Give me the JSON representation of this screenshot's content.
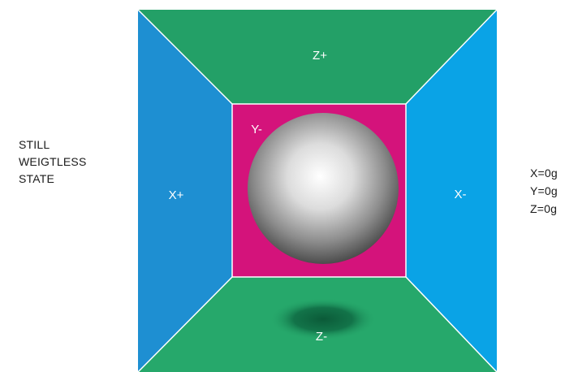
{
  "state_label": {
    "lines": [
      "STILL",
      "WEIGTLESS",
      "STATE"
    ]
  },
  "faces": {
    "top": {
      "label": "Z+"
    },
    "bottom": {
      "label": "Z-"
    },
    "left": {
      "label": "X+"
    },
    "right": {
      "label": "X-"
    },
    "back": {
      "label": "Y-"
    }
  },
  "readout": {
    "lines": [
      "X=0g",
      "Y=0g",
      "Z=0g"
    ]
  },
  "colors": {
    "top_face": "#23a067",
    "bottom_face": "#26a86b",
    "left_face": "#1e8fd2",
    "right_face": "#0aa3e6",
    "back_face": "#d4137b",
    "edge_lines": "#ffffff",
    "ball_highlight": "#ffffff",
    "ball_shadow_edge": "#3b3b3b",
    "floor_shadow": "#0b5a38"
  },
  "icons": {
    "ball": "sphere",
    "floor_shadow": "ellipse-shadow"
  }
}
